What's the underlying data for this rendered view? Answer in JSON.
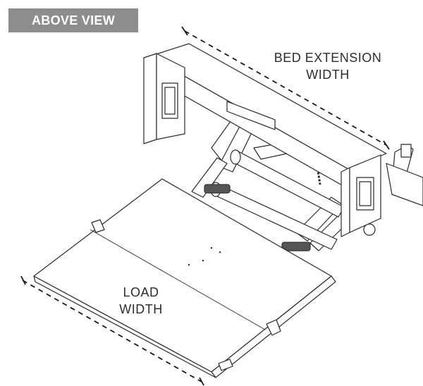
{
  "header": {
    "view_label": "ABOVE VIEW"
  },
  "dimensions": {
    "bed_extension_width": {
      "line1": "BED EXTENSION",
      "line2": "WIDTH"
    },
    "load_width": {
      "line1": "LOAD",
      "line2": "WIDTH"
    }
  },
  "colors": {
    "badge": "#8d8d8d",
    "line": "#2a2a2a",
    "text": "#2d2d2d"
  }
}
